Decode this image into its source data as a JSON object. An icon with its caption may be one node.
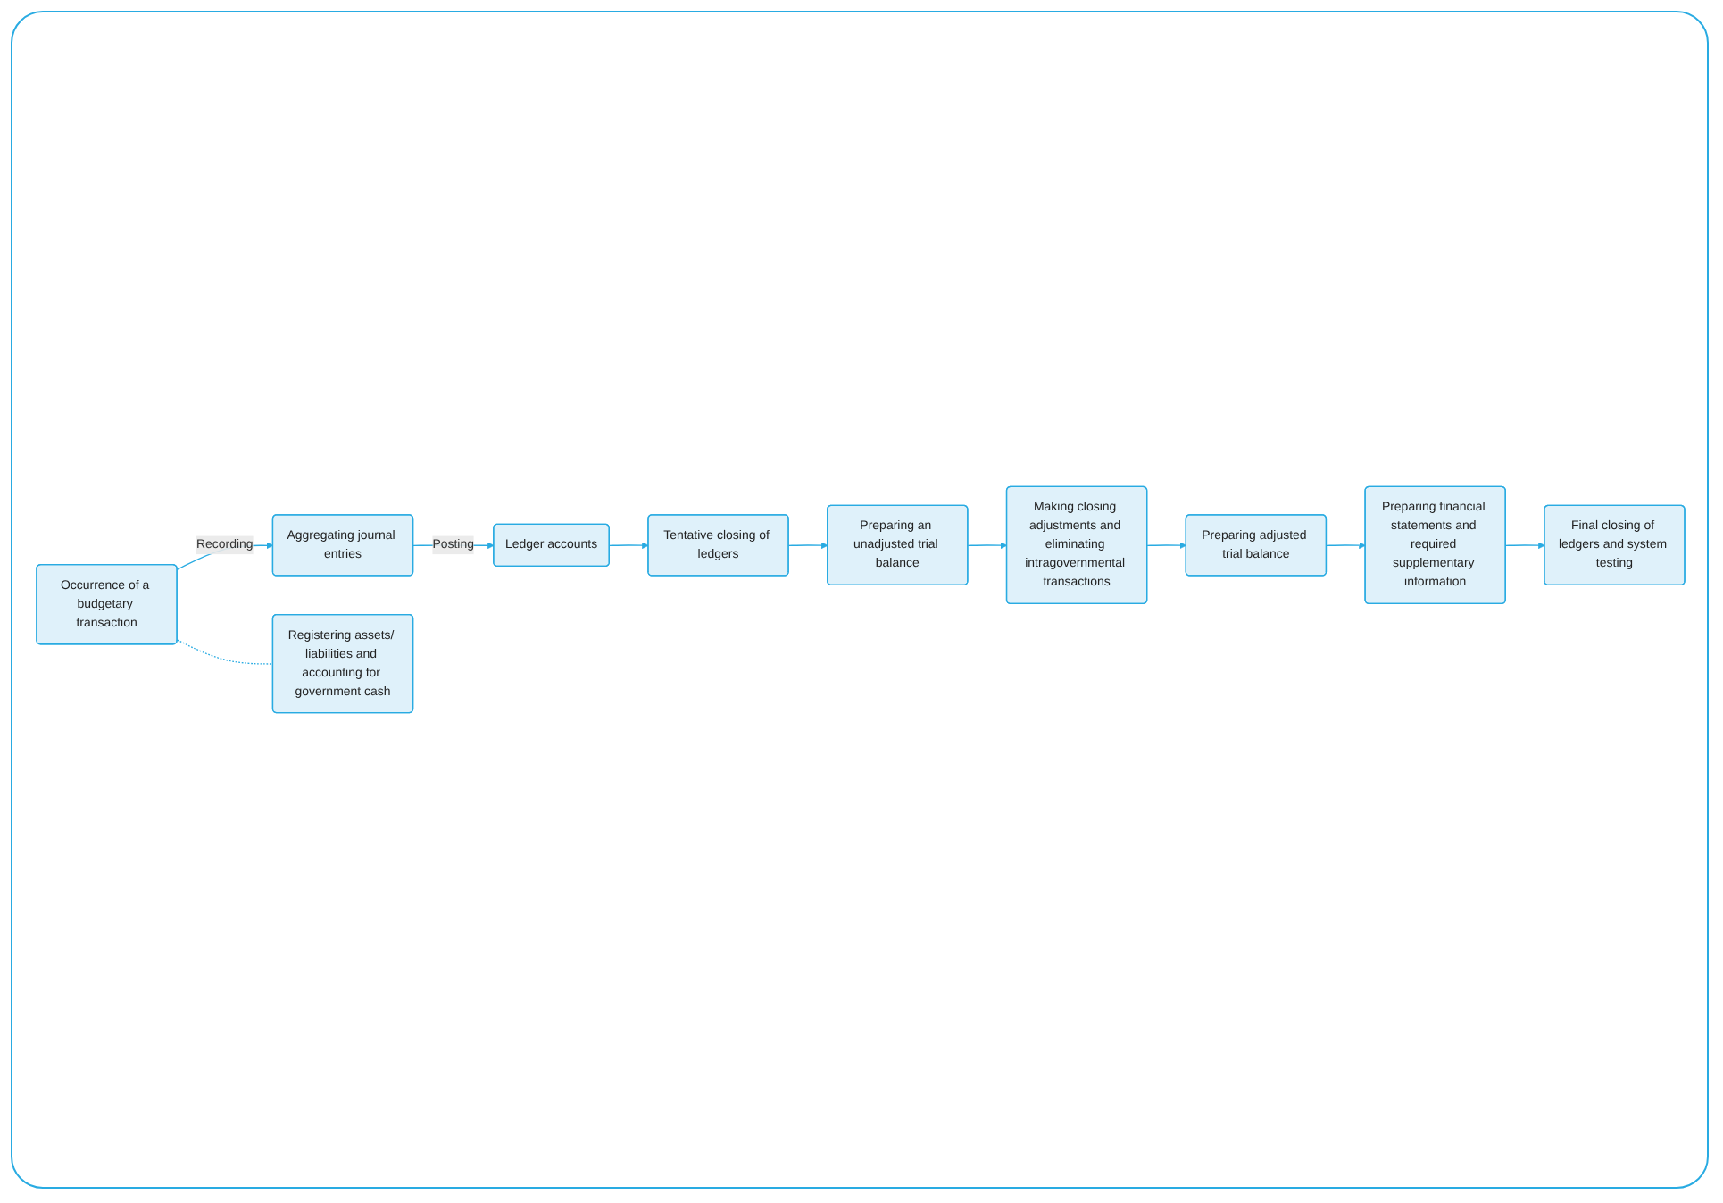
{
  "diagram": {
    "nodes": [
      {
        "text": [
          "Occurrence of a budgetary transaction"
        ]
      },
      {
        "text": [
          "Aggregating journal entries"
        ]
      },
      {
        "text": [
          "Ledger accounts"
        ]
      },
      {
        "text": [
          "Tentative closing of ledgers"
        ]
      },
      {
        "text": [
          "Registering assets/ liabilities and accounting for government cash"
        ]
      },
      {
        "text": [
          "Preparing an unadjusted trial balance"
        ]
      },
      {
        "text": [
          "Making closing adjustments and eliminating intragovernmental transactions"
        ]
      },
      {
        "text": [
          "Preparing adjusted trial balance"
        ]
      },
      {
        "text": [
          "Preparing financial statements and required supplementary information"
        ]
      },
      {
        "text": [
          "Final closing of ledgers and system testing"
        ]
      }
    ],
    "edges": [
      {
        "from": 0,
        "to": 1,
        "arrow": "to",
        "label": "Recording"
      },
      {
        "from": 1,
        "to": 2,
        "arrow": "to",
        "label": "Posting"
      },
      {
        "from": 2,
        "to": 3,
        "arrow": "to"
      },
      {
        "from": 0,
        "to": 4,
        "arrow": "none",
        "style": "dashed"
      },
      {
        "from": 3,
        "to": 5,
        "arrow": "to"
      },
      {
        "from": 5,
        "to": 6,
        "arrow": "to"
      },
      {
        "from": 6,
        "to": 7,
        "arrow": "to"
      },
      {
        "from": 7,
        "to": 8,
        "arrow": "to"
      },
      {
        "from": 8,
        "to": 9,
        "arrow": "to"
      }
    ]
  }
}
